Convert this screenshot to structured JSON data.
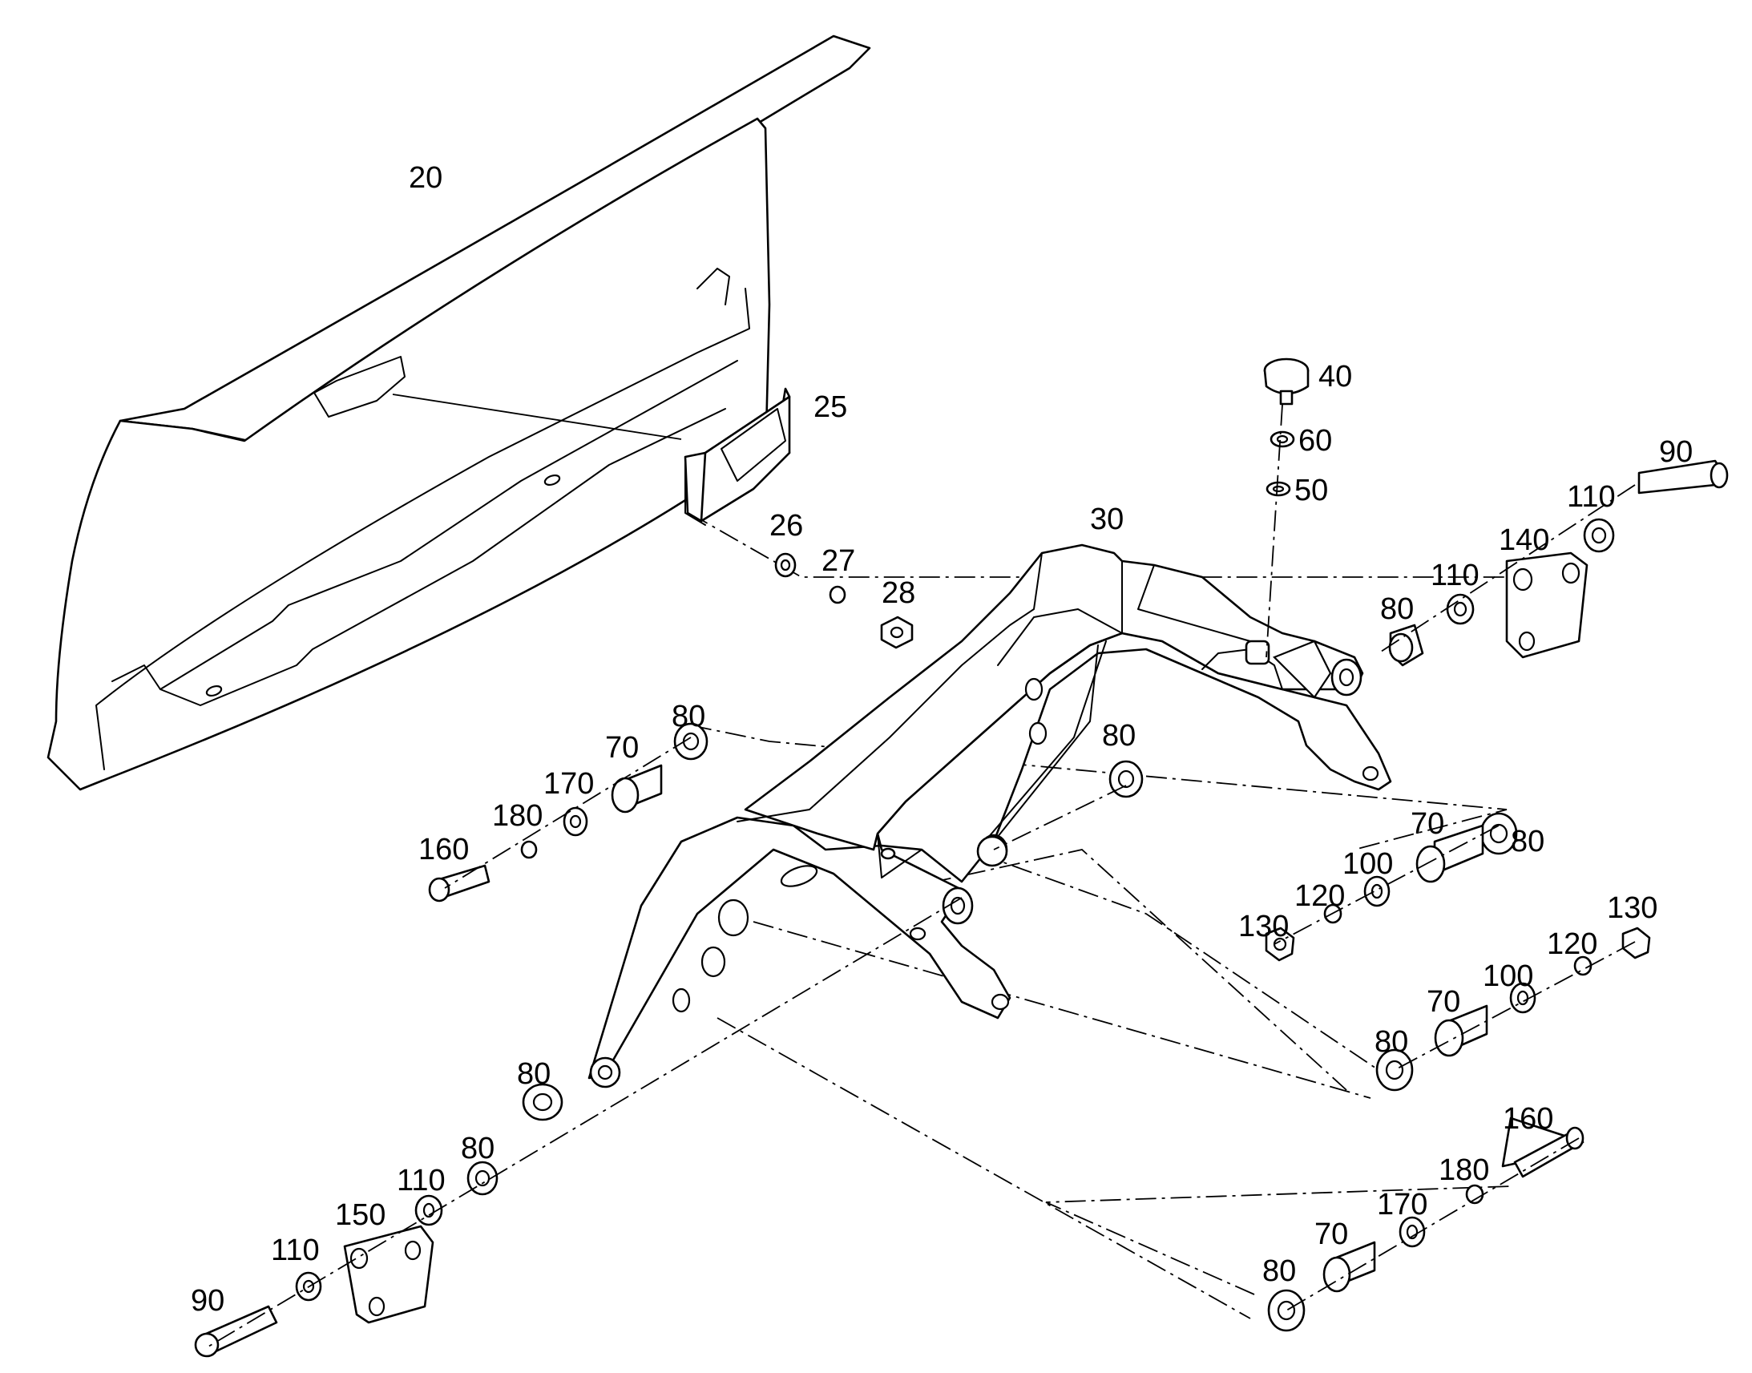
{
  "callouts": [
    {
      "id": "c20",
      "text": "20"
    },
    {
      "id": "c25",
      "text": "25"
    },
    {
      "id": "c26",
      "text": "26"
    },
    {
      "id": "c27",
      "text": "27"
    },
    {
      "id": "c28",
      "text": "28"
    },
    {
      "id": "c30",
      "text": "30"
    },
    {
      "id": "c40",
      "text": "40"
    },
    {
      "id": "c60",
      "text": "60"
    },
    {
      "id": "c50",
      "text": "50"
    },
    {
      "id": "c90a",
      "text": "90"
    },
    {
      "id": "c110a",
      "text": "110"
    },
    {
      "id": "c140",
      "text": "140"
    },
    {
      "id": "c110b",
      "text": "110"
    },
    {
      "id": "c80a",
      "text": "80"
    },
    {
      "id": "c80b",
      "text": "80"
    },
    {
      "id": "c70a",
      "text": "70"
    },
    {
      "id": "c170a",
      "text": "170"
    },
    {
      "id": "c180a",
      "text": "180"
    },
    {
      "id": "c160a",
      "text": "160"
    },
    {
      "id": "c80c",
      "text": "80"
    },
    {
      "id": "c70b",
      "text": "70"
    },
    {
      "id": "c80d",
      "text": "80"
    },
    {
      "id": "c100a",
      "text": "100"
    },
    {
      "id": "c120a",
      "text": "120"
    },
    {
      "id": "c130a",
      "text": "130"
    },
    {
      "id": "c130b",
      "text": "130"
    },
    {
      "id": "c120b",
      "text": "120"
    },
    {
      "id": "c100b",
      "text": "100"
    },
    {
      "id": "c70c",
      "text": "70"
    },
    {
      "id": "c80e",
      "text": "80"
    },
    {
      "id": "c80f",
      "text": "80"
    },
    {
      "id": "c80g",
      "text": "80"
    },
    {
      "id": "c110c",
      "text": "110"
    },
    {
      "id": "c150",
      "text": "150"
    },
    {
      "id": "c110d",
      "text": "110"
    },
    {
      "id": "c90b",
      "text": "90"
    },
    {
      "id": "c160b",
      "text": "160"
    },
    {
      "id": "c180b",
      "text": "180"
    },
    {
      "id": "c170b",
      "text": "170"
    },
    {
      "id": "c70d",
      "text": "70"
    },
    {
      "id": "c80h",
      "text": "80"
    }
  ]
}
